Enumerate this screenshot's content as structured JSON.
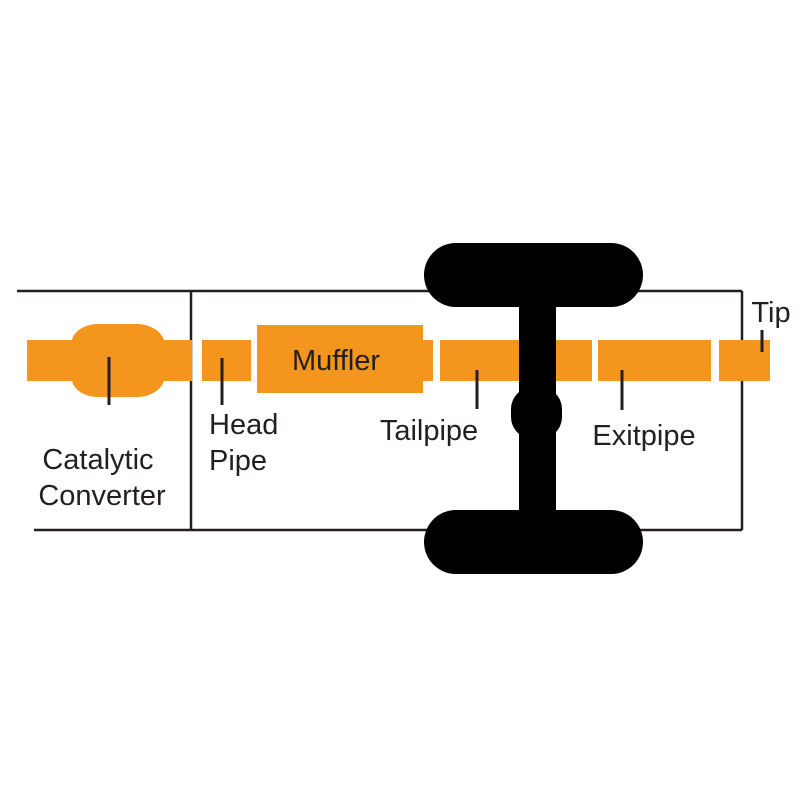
{
  "colors": {
    "pipe": "#F4951E",
    "axle": "#000000",
    "frame": "#231F20",
    "background": "#FFFFFF"
  },
  "labels": {
    "catalytic_converter": [
      "Catalytic",
      "Converter"
    ],
    "head_pipe": [
      "Head",
      "Pipe"
    ],
    "muffler": "Muffler",
    "tailpipe": "Tailpipe",
    "exitpipe": "Exitpipe",
    "tip": "Tip"
  }
}
